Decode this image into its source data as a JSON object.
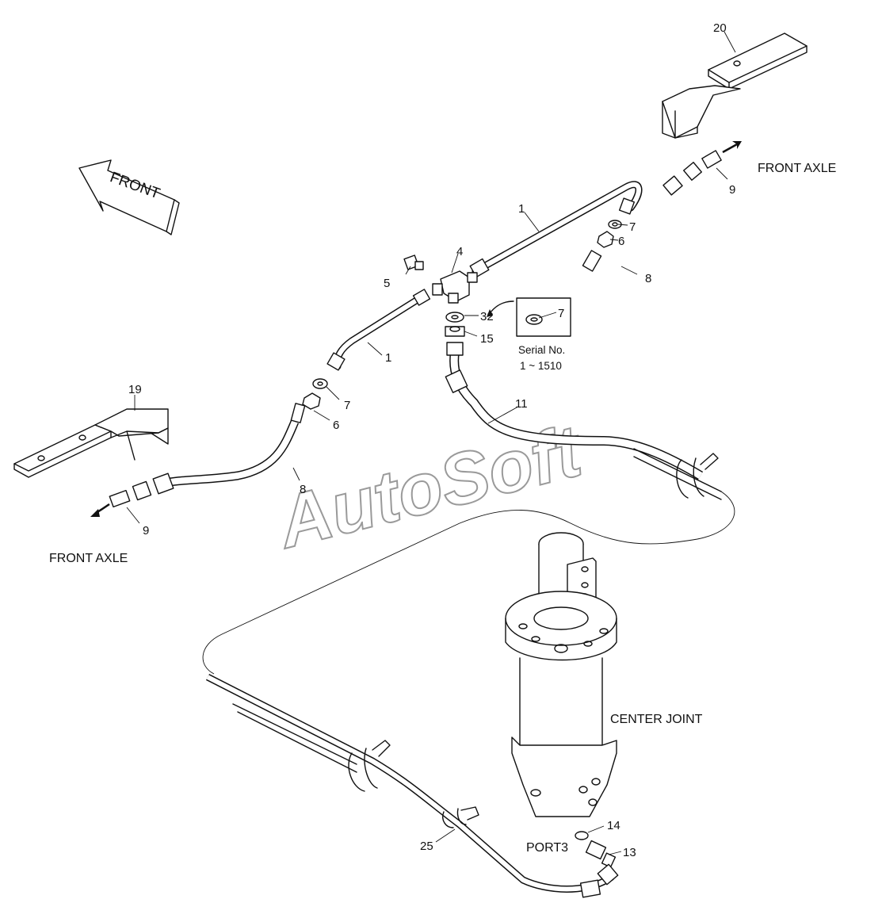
{
  "diagram": {
    "front_arrow_text": "FRONT",
    "labels": {
      "front_axle_right": "FRONT AXLE",
      "front_axle_left": "FRONT AXLE",
      "center_joint": "CENTER JOINT",
      "port3": "PORT3",
      "serial_no": "Serial No.",
      "serial_range": "1 ~ 1510"
    },
    "callouts": {
      "c20": "20",
      "c9_right": "9",
      "c1_upper": "1",
      "c7_upper": "7",
      "c6_upper": "6",
      "c8_right": "8",
      "c4": "4",
      "c5": "5",
      "c32": "32",
      "c15": "15",
      "c7_inset": "7",
      "c1_lower": "1",
      "c7_lower": "7",
      "c6_lower": "6",
      "c19": "19",
      "c11": "11",
      "c8_left": "8",
      "c9_left": "9",
      "c14": "14",
      "c13": "13",
      "c25": "25"
    },
    "watermark": "AutoSoft"
  }
}
